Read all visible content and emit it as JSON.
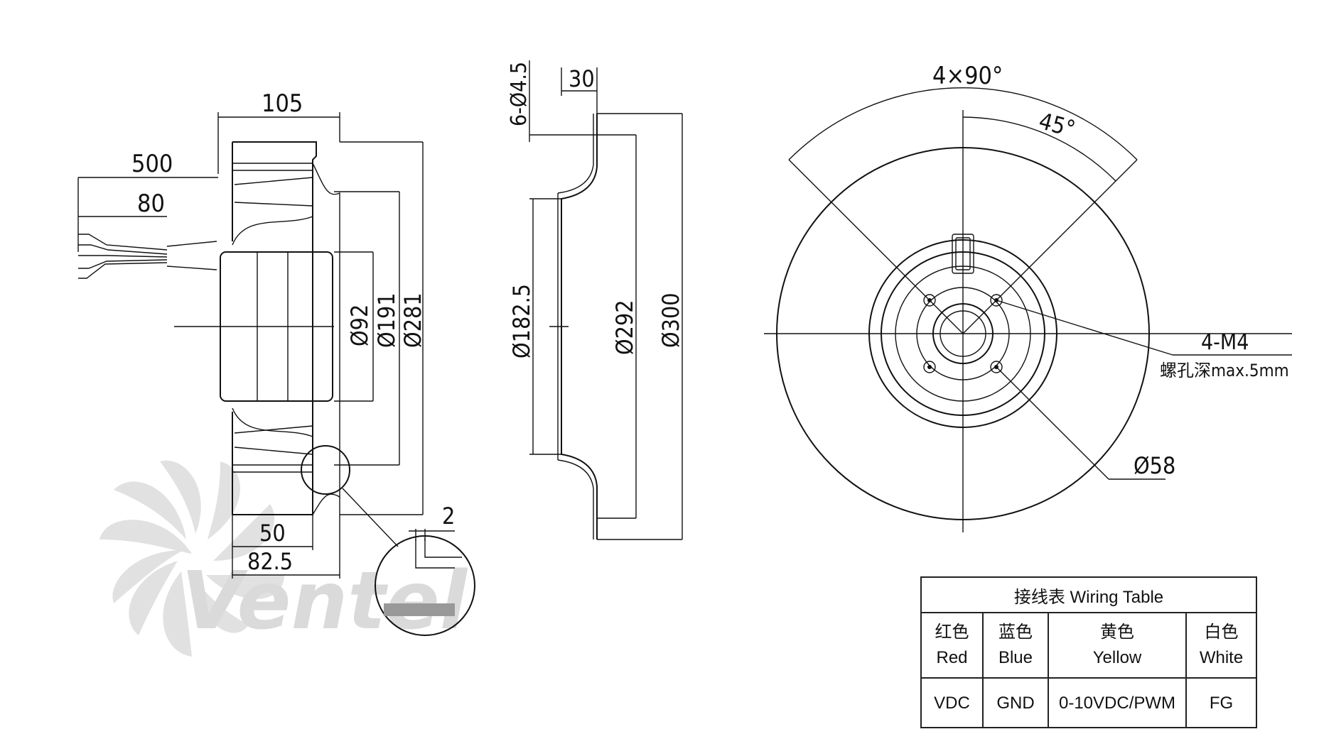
{
  "side_view": {
    "dimensions": {
      "width_total": "105",
      "cable_length": "500",
      "cable_strip": "80",
      "d_hub": "Ø92",
      "d_inlet": "Ø191",
      "d_outer": "Ø281",
      "width_inner": "50",
      "width_base": "82.5",
      "gap": "2"
    }
  },
  "profile_view": {
    "dimensions": {
      "holes": "6-Ø4.5",
      "height": "30",
      "d_inner": "Ø182.5",
      "d_bolt": "Ø292",
      "d_outer": "Ø300"
    }
  },
  "front_view": {
    "dimensions": {
      "angle_span": "4×90°",
      "angle_offset": "45°",
      "thread": "4-M4",
      "thread_note": "螺孔深max.5mm",
      "d_center": "Ø58"
    }
  },
  "watermark": {
    "brand": "Ventel",
    "colors": {
      "gray": "#c8c8c8",
      "blue": "#cfe3f3"
    }
  },
  "wiring_table": {
    "title": "接线表 Wiring Table",
    "columns": [
      {
        "cn": "红色",
        "en": "Red",
        "value": "VDC"
      },
      {
        "cn": "蓝色",
        "en": "Blue",
        "value": "GND"
      },
      {
        "cn": "黄色",
        "en": "Yellow",
        "value": "0-10VDC/PWM"
      },
      {
        "cn": "白色",
        "en": "White",
        "value": "FG"
      }
    ]
  }
}
